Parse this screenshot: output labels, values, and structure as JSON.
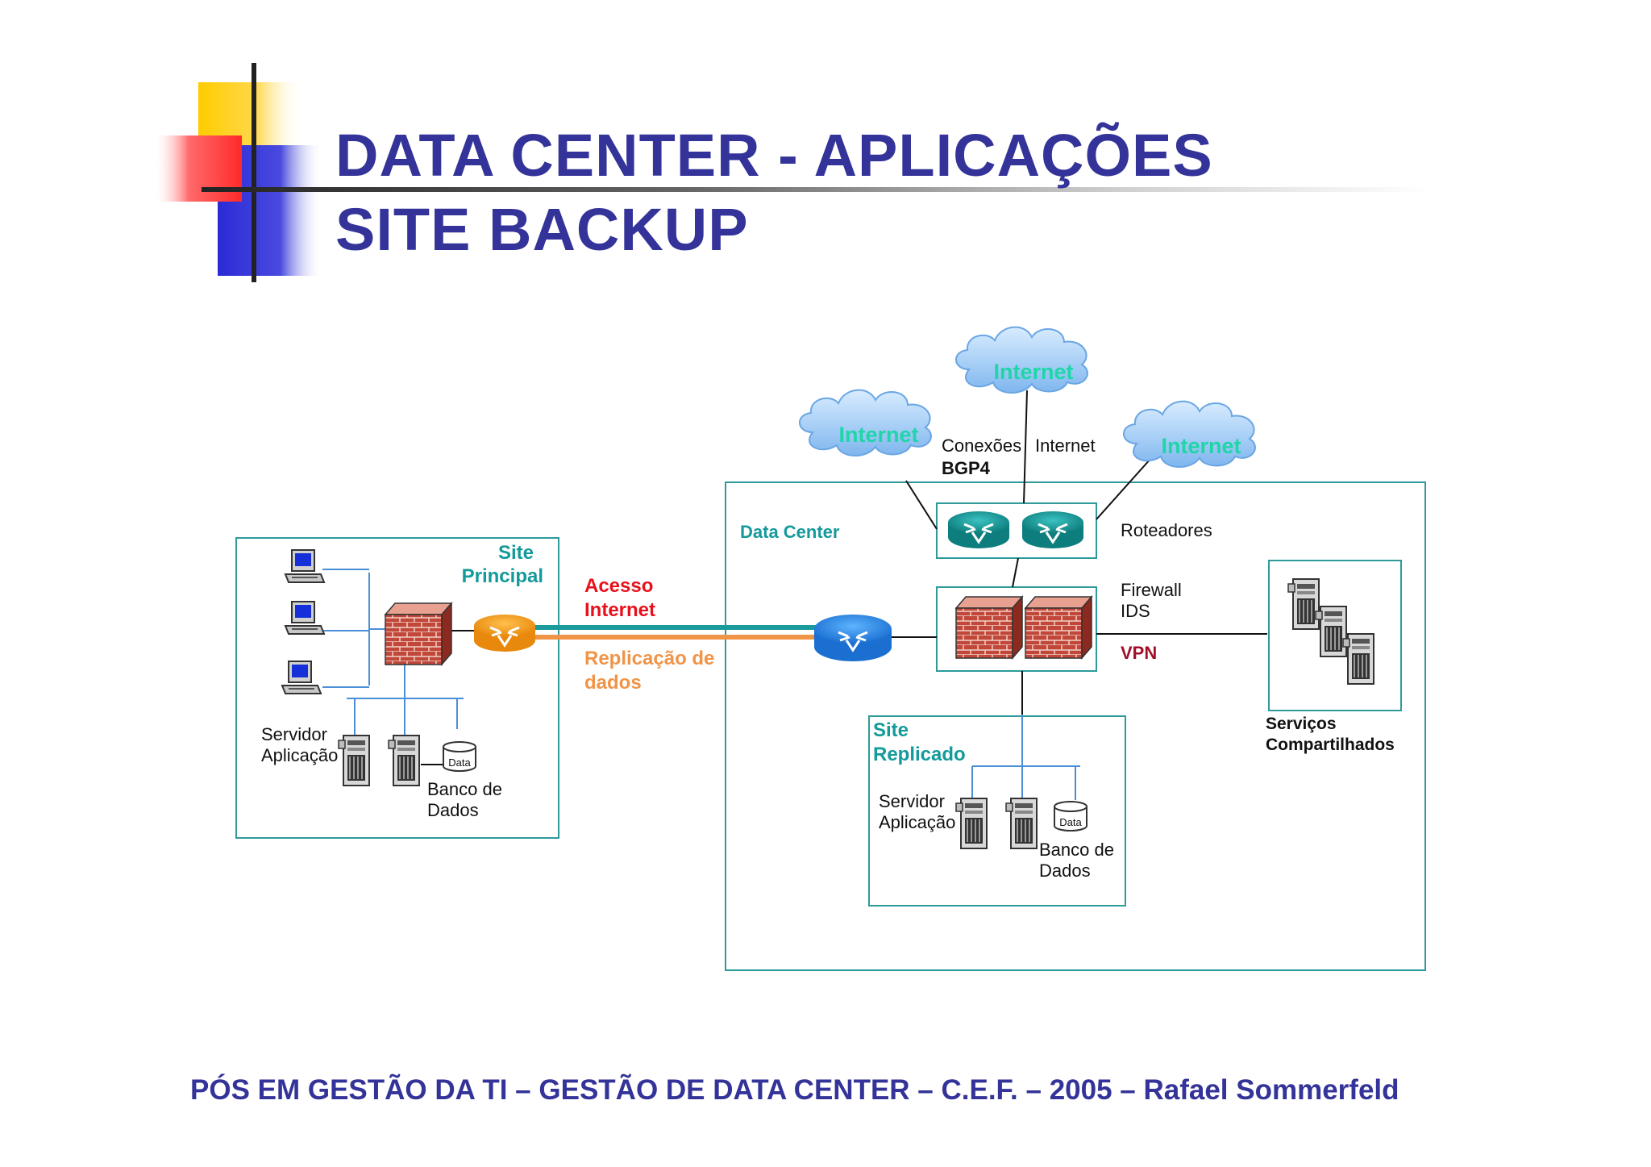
{
  "slide": {
    "title_line1": "DATA CENTER - APLICAÇÕES",
    "title_line2": "SITE BACKUP",
    "footer": "PÓS EM GESTÃO DA TI – GESTÃO DE DATA CENTER – C.E.F. – 2005 – Rafael Sommerfeld"
  },
  "colors": {
    "title": "#333399",
    "box_border": "#2e9a9a",
    "teal_label": "#139a9a",
    "internet_label": "#1ed6a8",
    "acesso": "#e8111b",
    "replicacao": "#f09448",
    "vpn": "#a0102a",
    "teal_link": "#1a9a9a"
  },
  "diagram": {
    "clouds": [
      "Internet",
      "Internet",
      "Internet"
    ],
    "conexoes_label": "Conexões",
    "bgp_label": "BGP4",
    "internet_label": "Internet",
    "data_center_label": "Data Center",
    "roteadores_label": "Roteadores",
    "firewall_label": "Firewall",
    "ids_label": "IDS",
    "vpn_label": "VPN",
    "site_principal": {
      "line1": "Site",
      "line2": "Principal"
    },
    "acesso_internet": {
      "line1": "Acesso",
      "line2": "Internet"
    },
    "replicacao_dados": {
      "line1": "Replicação de",
      "line2": "dados"
    },
    "servidor_aplicacao": {
      "line1": "Servidor",
      "line2": "Aplicação"
    },
    "banco_dados": {
      "line1": "Banco de",
      "line2": "Dados"
    },
    "data_label": "Data",
    "site_replicado": {
      "line1": "Site",
      "line2": "Replicado"
    },
    "servicos": {
      "line1": "Serviços",
      "line2": "Compartilhados"
    }
  }
}
